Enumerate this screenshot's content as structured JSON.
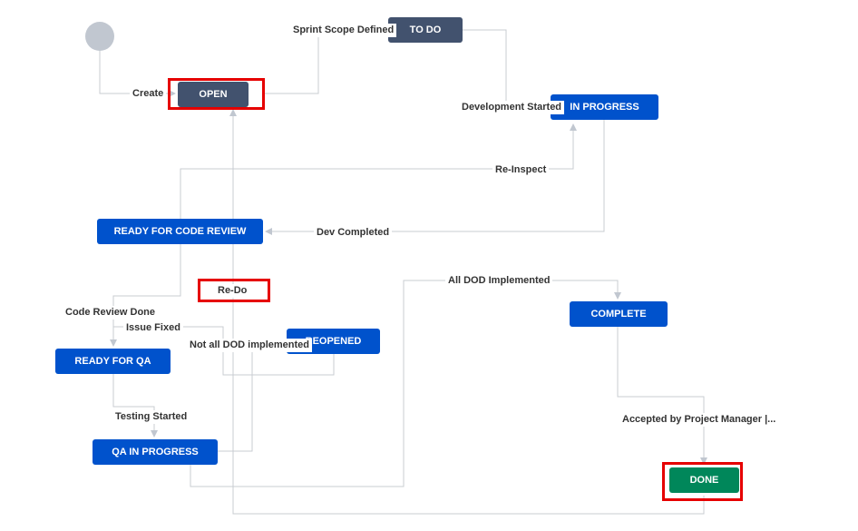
{
  "statuses": {
    "open": "OPEN",
    "to_do": "TO DO",
    "in_progress": "IN PROGRESS",
    "ready_for_code_review": "READY FOR CODE REVIEW",
    "reopened": "REOPENED",
    "complete": "COMPLETE",
    "ready_for_qa": "READY FOR QA",
    "qa_in_progress": "QA IN PROGRESS",
    "done": "DONE"
  },
  "transitions": {
    "create": "Create",
    "sprint_scope_defined": "Sprint Scope Defined",
    "development_started": "Development Started",
    "re_inspect": "Re-Inspect",
    "dev_completed": "Dev Completed",
    "re_do": "Re-Do",
    "all_dod_implemented": "All DOD Implemented",
    "code_review_done": "Code Review Done",
    "issue_fixed": "Issue Fixed",
    "not_all_dod_implemented": "Not all DOD implemented",
    "testing_started": "Testing Started",
    "accepted_by_pm": "Accepted by Project Manager |..."
  },
  "colors": {
    "blue_status": "#0052cc",
    "dark_status": "#42526e",
    "done_status": "#00875a",
    "highlight": "#e60000",
    "line": "#c1c7d0"
  }
}
